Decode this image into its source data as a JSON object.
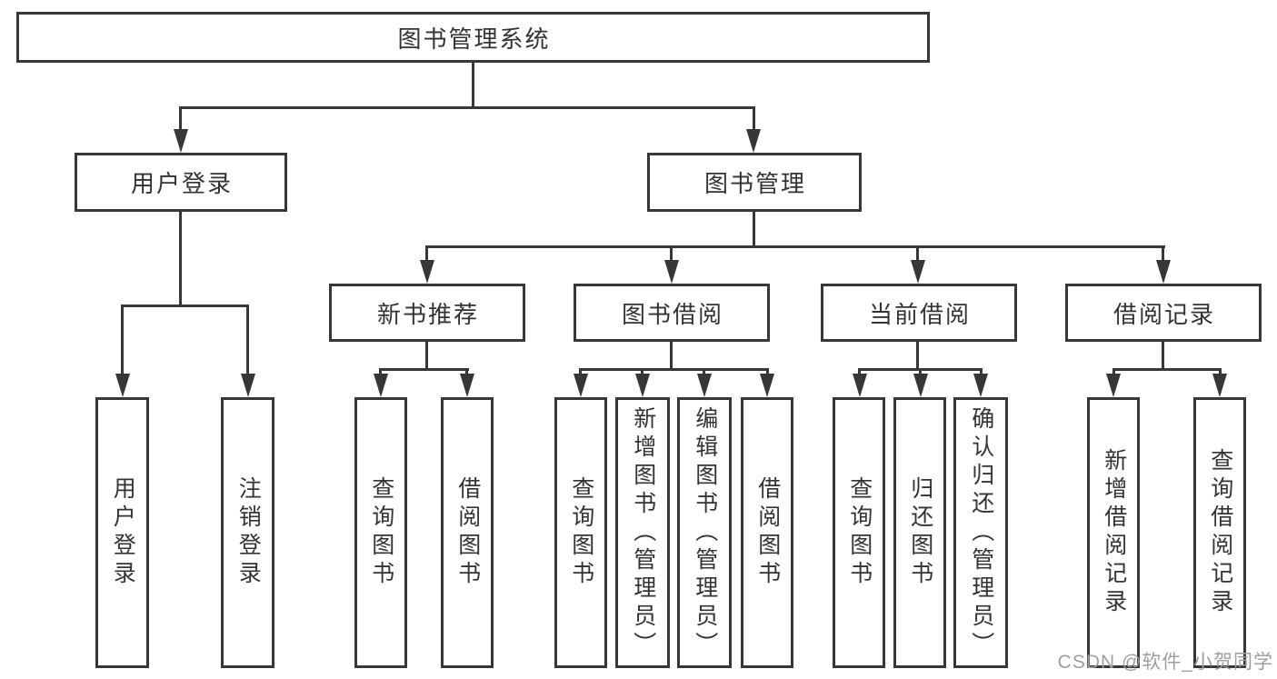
{
  "diagram": {
    "root": {
      "label": "图书管理系统"
    },
    "branches": [
      {
        "label": "用户登录",
        "children": [
          {
            "label": "用户登录"
          },
          {
            "label": "注销登录"
          }
        ]
      },
      {
        "label": "图书管理",
        "children": [
          {
            "label": "新书推荐",
            "children": [
              {
                "label": "查询图书"
              },
              {
                "label": "借阅图书"
              }
            ]
          },
          {
            "label": "图书借阅",
            "children": [
              {
                "label": "查询图书"
              },
              {
                "label": "新增图书（管理员）"
              },
              {
                "label": "编辑图书（管理员）"
              },
              {
                "label": "借阅图书"
              }
            ]
          },
          {
            "label": "当前借阅",
            "children": [
              {
                "label": "查询图书"
              },
              {
                "label": "归还图书"
              },
              {
                "label": "确认归还（管理员）"
              }
            ]
          },
          {
            "label": "借阅记录",
            "children": [
              {
                "label": "新增借阅记录"
              },
              {
                "label": "查询借阅记录"
              }
            ]
          }
        ]
      }
    ]
  },
  "watermark": {
    "text": "CSDN @软件_小贺同学"
  },
  "colors": {
    "line": "#373737",
    "text": "#333333",
    "watermark": "#9e9e9e",
    "background": "#ffffff"
  }
}
